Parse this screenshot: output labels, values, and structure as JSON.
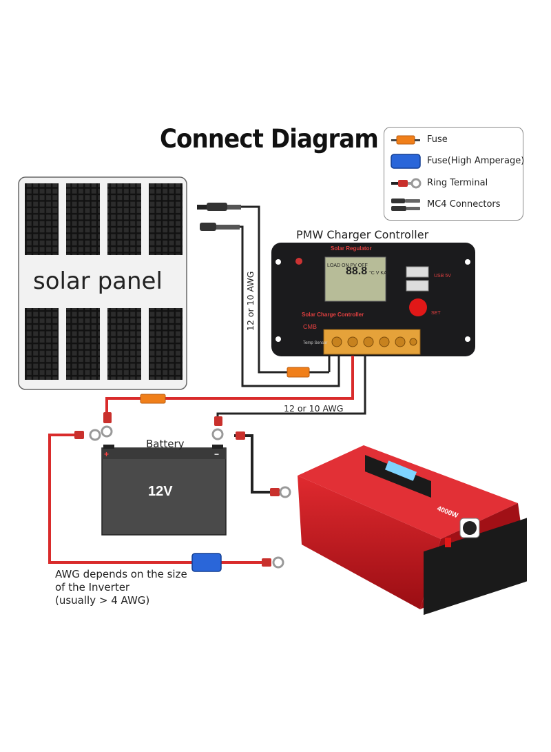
{
  "title": "Connect Diagram",
  "legend": {
    "items": [
      {
        "label": "Fuse",
        "icon": "fuse-icon",
        "color": "#f07f1a"
      },
      {
        "label": "Fuse(High Amperage)",
        "icon": "fuse-high-amperage-icon",
        "color": "#2a66d9"
      },
      {
        "label": "Ring Terminal",
        "icon": "ring-terminal-icon",
        "color": "#c9302c"
      },
      {
        "label": "MC4 Connectors",
        "icon": "mc4-connectors-icon",
        "color": "#333333"
      }
    ]
  },
  "solar_panel": {
    "label": "solar panel"
  },
  "controller": {
    "label": "PMW Charger Controller",
    "top_text": "Solar Regulator",
    "bottom_text": "Solar Charge Controller",
    "cmb_text": "CMB",
    "temp_text": "Temp Sensor",
    "usb_text": "USB 5V",
    "set_text": "SET",
    "lcd_text": "LOAD ON PV OFF",
    "lcd_digits": "88.8",
    "lcd_units": "°C V KAh"
  },
  "wires": {
    "awg_vertical": "12 or 10 AWG",
    "awg_horizontal": "12 or 10 AWG"
  },
  "battery": {
    "label": "Battery",
    "voltage": "12V",
    "plus": "+",
    "minus": "−"
  },
  "inverter": {
    "brand_text": "4000W"
  },
  "note": {
    "line1": "AWG depends on the size",
    "line2": "of the Inverter",
    "line3": "(usually  > 4 AWG)"
  },
  "colors": {
    "positive_wire": "#d92b2b",
    "negative_wire": "#222222",
    "inverter_body": "#c8151c",
    "battery_body": "#4a4a4a"
  }
}
